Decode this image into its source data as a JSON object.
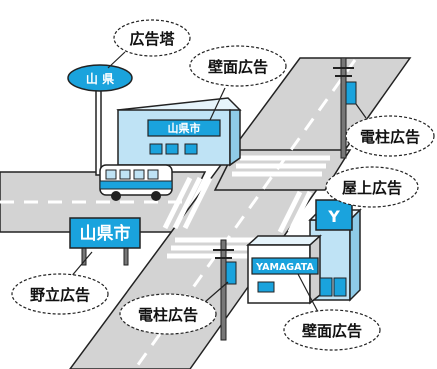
{
  "labels": {
    "tower": "広告塔",
    "wall_top": "壁面広告",
    "pole_top": "電柱広告",
    "roof": "屋上広告",
    "standalone": "野立広告",
    "pole_bottom": "電柱広告",
    "wall_bottom": "壁面広告"
  },
  "signs": {
    "tower_sign": "山 県",
    "building_sign": "山県市",
    "standalone_sign": "山県市",
    "roof_sign": "Y",
    "shop_sign": "YAMAGATA"
  },
  "colors": {
    "sign_blue": "#1aa3dd",
    "building_blue": "#bfe3f5",
    "road_gray": "#d0d0d0",
    "outline": "#222222"
  }
}
